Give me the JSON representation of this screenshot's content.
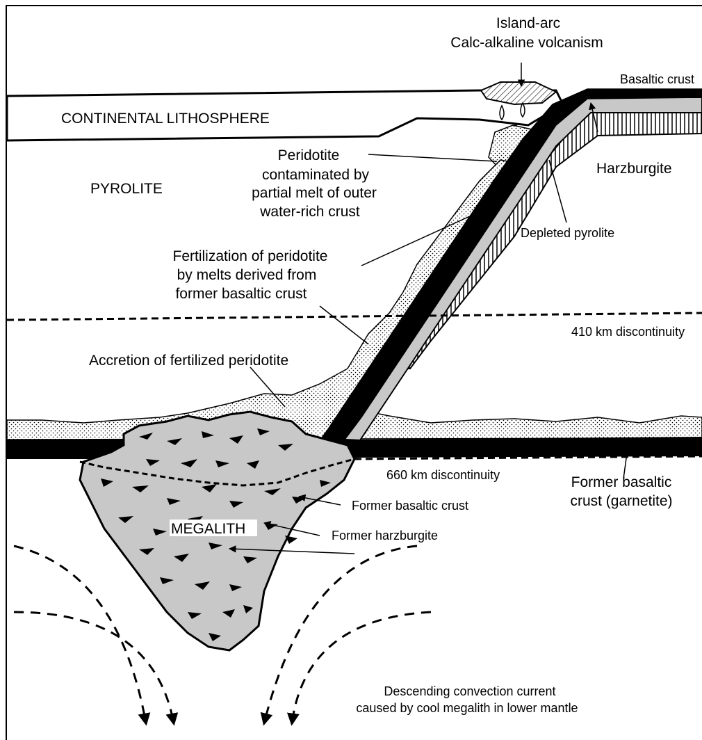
{
  "labels": {
    "island_arc_line1": "Island-arc",
    "island_arc_line2": "Calc-alkaline volcanism",
    "basaltic_crust": "Basaltic crust",
    "continental_lithosphere": "CONTINENTAL LITHOSPHERE",
    "peridotite_line1": "Peridotite",
    "peridotite_line2": "contaminated by",
    "peridotite_line3": "partial melt of outer",
    "peridotite_line4": "water-rich crust",
    "harzburgite": "Harzburgite",
    "pyrolite": "PYROLITE",
    "depleted_pyrolite": "Depleted pyrolite",
    "fertilization_line1": "Fertilization of peridotite",
    "fertilization_line2": "by melts derived from",
    "fertilization_line3": "former basaltic crust",
    "disc_410": "410 km discontinuity",
    "accretion": "Accretion of fertilized peridotite",
    "disc_660": "660 km discontinuity",
    "former_basaltic_crust_garnetite_line1": "Former basaltic",
    "former_basaltic_crust_garnetite_line2": "crust (garnetite)",
    "former_basaltic_crust": "Former basaltic crust",
    "former_harzburgite": "Former harzburgite",
    "megalith": "MEGALITH",
    "convection_line1": "Descending convection current",
    "convection_line2": "caused by cool megalith in lower mantle"
  },
  "colors": {
    "background": "#ffffff",
    "ink": "#000000",
    "slab_grey": "#c8c8c8",
    "megalith_grey": "#c8c8c8"
  }
}
